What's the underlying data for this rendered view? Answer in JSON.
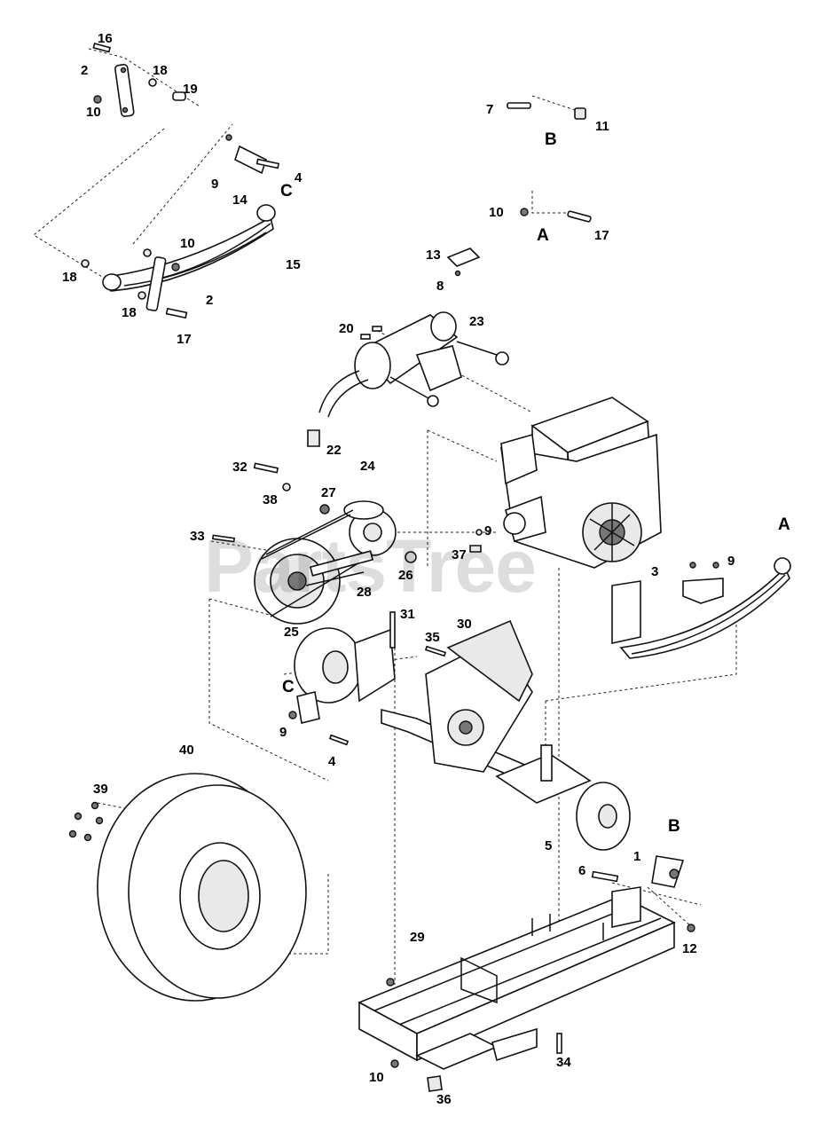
{
  "watermark": "PartsTree",
  "callouts": [
    {
      "id": "c16a",
      "text": "16"
    },
    {
      "id": "c2a",
      "text": "2"
    },
    {
      "id": "c18a",
      "text": "18"
    },
    {
      "id": "c19",
      "text": "19"
    },
    {
      "id": "c10a",
      "text": "10"
    },
    {
      "id": "c9a",
      "text": "9"
    },
    {
      "id": "c14",
      "text": "14"
    },
    {
      "id": "c4a",
      "text": "4"
    },
    {
      "id": "c15",
      "text": "15"
    },
    {
      "id": "c10b",
      "text": "10"
    },
    {
      "id": "c18b",
      "text": "18"
    },
    {
      "id": "c18c",
      "text": "18"
    },
    {
      "id": "c2b",
      "text": "2"
    },
    {
      "id": "c17a",
      "text": "17"
    },
    {
      "id": "c7",
      "text": "7"
    },
    {
      "id": "c11",
      "text": "11"
    },
    {
      "id": "c10c",
      "text": "10"
    },
    {
      "id": "c17b",
      "text": "17"
    },
    {
      "id": "c13",
      "text": "13"
    },
    {
      "id": "c8",
      "text": "8"
    },
    {
      "id": "c20",
      "text": "20"
    },
    {
      "id": "c23",
      "text": "23"
    },
    {
      "id": "c22",
      "text": "22"
    },
    {
      "id": "c32",
      "text": "32"
    },
    {
      "id": "c24",
      "text": "24"
    },
    {
      "id": "c38",
      "text": "38"
    },
    {
      "id": "c27",
      "text": "27"
    },
    {
      "id": "c33",
      "text": "33"
    },
    {
      "id": "c9b",
      "text": "9"
    },
    {
      "id": "c37",
      "text": "37"
    },
    {
      "id": "c26",
      "text": "26"
    },
    {
      "id": "c28",
      "text": "28"
    },
    {
      "id": "c3",
      "text": "3"
    },
    {
      "id": "c9c",
      "text": "9"
    },
    {
      "id": "c25",
      "text": "25"
    },
    {
      "id": "c31",
      "text": "31"
    },
    {
      "id": "c30",
      "text": "30"
    },
    {
      "id": "c35",
      "text": "35"
    },
    {
      "id": "c9d",
      "text": "9"
    },
    {
      "id": "c4b",
      "text": "4"
    },
    {
      "id": "c40",
      "text": "40"
    },
    {
      "id": "c39",
      "text": "39"
    },
    {
      "id": "c5",
      "text": "5"
    },
    {
      "id": "c1",
      "text": "1"
    },
    {
      "id": "c6",
      "text": "6"
    },
    {
      "id": "c12",
      "text": "12"
    },
    {
      "id": "c29",
      "text": "29"
    },
    {
      "id": "c34",
      "text": "34"
    },
    {
      "id": "c10d",
      "text": "10"
    },
    {
      "id": "c36",
      "text": "36"
    }
  ],
  "refs": [
    {
      "id": "rC1",
      "text": "C"
    },
    {
      "id": "rB1",
      "text": "B"
    },
    {
      "id": "rA1",
      "text": "A"
    },
    {
      "id": "rA2",
      "text": "A"
    },
    {
      "id": "rC2",
      "text": "C"
    },
    {
      "id": "rB2",
      "text": "B"
    }
  ]
}
